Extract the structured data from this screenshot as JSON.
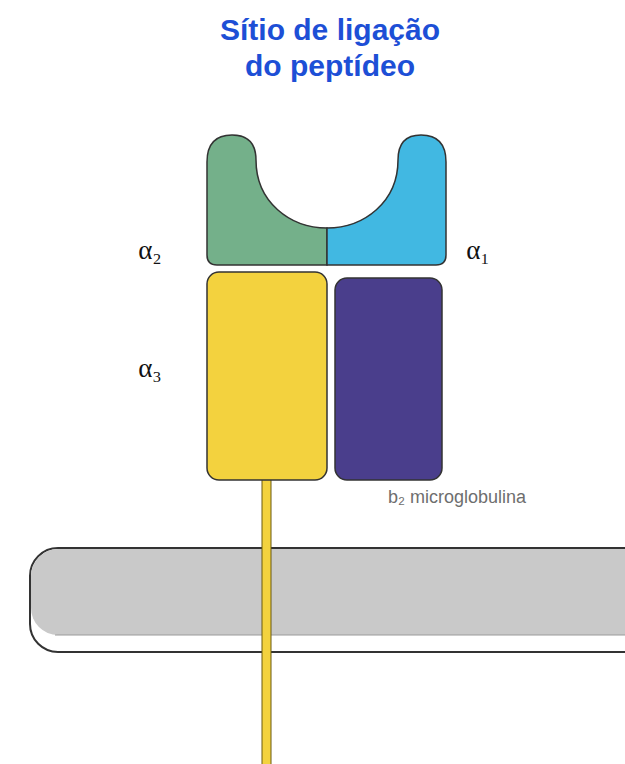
{
  "diagram": {
    "title": "Sítio de ligação do peptídeo",
    "labels": [
      "α₂",
      "α₁",
      "α₃",
      "b₂ microglobulina"
    ]
  }
}
